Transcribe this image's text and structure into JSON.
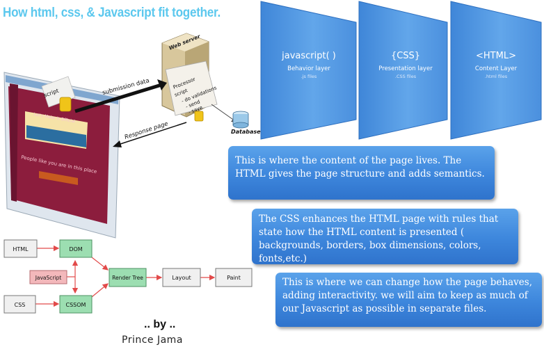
{
  "title": "How html, css, & Javascript fit together.",
  "layers": [
    {
      "heading": "javascript( )",
      "name": "Behavior layer",
      "files": ".js files"
    },
    {
      "heading": "{CSS}",
      "name": "Presentation layer",
      "files": ".CSS files"
    },
    {
      "heading": "<HTML>",
      "name": "Content Layer",
      "files": ".html files"
    }
  ],
  "illustration": {
    "web_server": "Web server",
    "script_label": "script",
    "submission": "submission data",
    "processor_lines": [
      "Processor",
      "script",
      "- do validations",
      "- send",
      "- save"
    ],
    "database": "Database",
    "response": "Response page",
    "browser_banner": "Let's Make It Official",
    "browser_heading": "People like you are in this place"
  },
  "descriptions": [
    "This is where the content of the page lives. The HTML gives the page structure and adds semantics.",
    "The CSS enhances the HTML page with rules that state how the HTML content is presented ( backgrounds, borders, box dimensions, colors, fonts,etc.)",
    "This is where we can change how the page behaves, adding interactivity. we will aim to keep as much of our Javascript as possible in separate files."
  ],
  "pipeline": {
    "html": "HTML",
    "dom": "DOM",
    "javascript": "JavaScript",
    "css": "CSS",
    "cssom": "CSSOM",
    "render_tree": "Render Tree",
    "layout": "Layout",
    "paint": "Paint"
  },
  "credit": {
    "by": ".. by ..",
    "author": "Prince Jama"
  },
  "colors": {
    "title": "#5cc8ee",
    "layer_fill": "#4f94dd",
    "box_fill": "#3d86dc",
    "pipeline_green": "#9cdeb1",
    "pipeline_pink": "#f3b8bb",
    "pipeline_gray": "#f0f0f0",
    "arrow_red": "#e24a4a"
  }
}
